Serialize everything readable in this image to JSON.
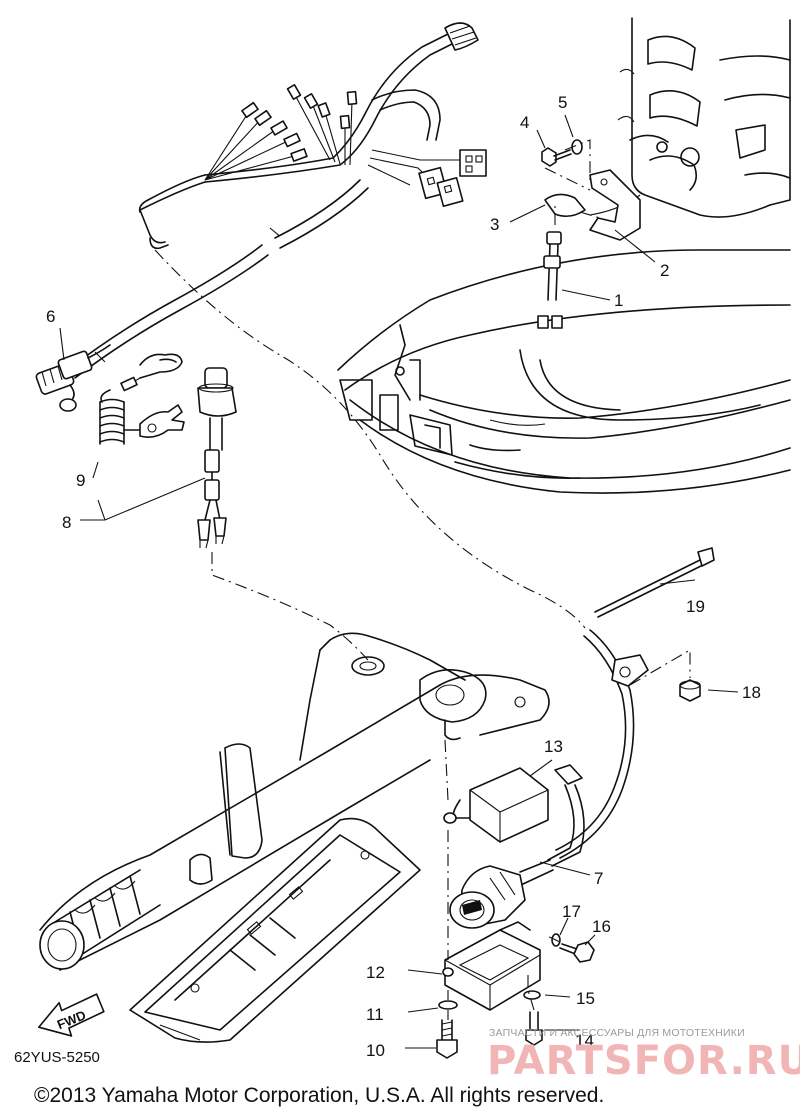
{
  "callouts": [
    {
      "id": "1",
      "label": "1"
    },
    {
      "id": "2",
      "label": "2"
    },
    {
      "id": "3",
      "label": "3"
    },
    {
      "id": "4",
      "label": "4"
    },
    {
      "id": "5",
      "label": "5"
    },
    {
      "id": "6",
      "label": "6"
    },
    {
      "id": "7",
      "label": "7"
    },
    {
      "id": "8",
      "label": "8"
    },
    {
      "id": "9",
      "label": "9"
    },
    {
      "id": "10",
      "label": "10"
    },
    {
      "id": "11",
      "label": "11"
    },
    {
      "id": "12",
      "label": "12"
    },
    {
      "id": "13",
      "label": "13"
    },
    {
      "id": "14",
      "label": "14"
    },
    {
      "id": "15",
      "label": "15"
    },
    {
      "id": "16",
      "label": "16"
    },
    {
      "id": "17",
      "label": "17"
    },
    {
      "id": "18",
      "label": "18"
    },
    {
      "id": "19",
      "label": "19"
    }
  ],
  "fwd_label": "FWD",
  "drawing_code": "62YUS-5250",
  "copyright": "©2013 Yamaha Motor Corporation, U.S.A. All rights reserved.",
  "watermark": {
    "tagline": "ЗАПЧАСТИ И АКСЕССУАРЫ ДЛЯ МОТОТЕХНИКИ",
    "brand": "PARTSFOR.RU"
  }
}
